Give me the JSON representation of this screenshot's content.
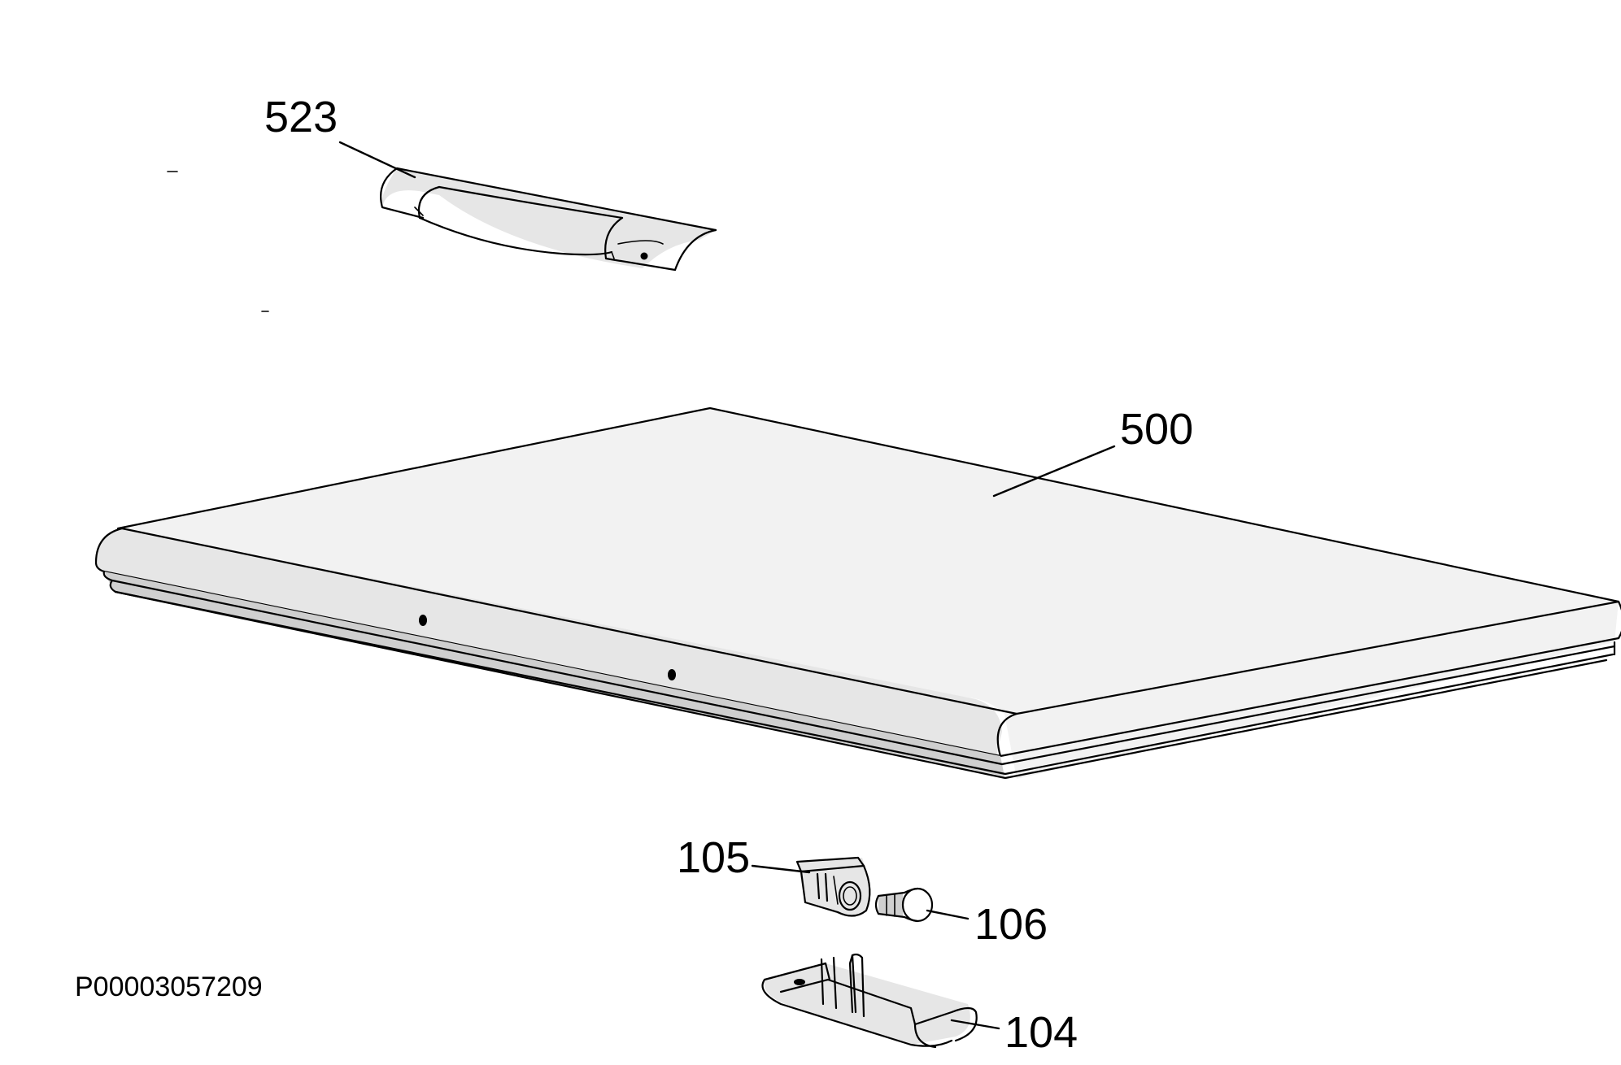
{
  "callouts": {
    "handle": "523",
    "lid": "500",
    "hinge_bracket": "105",
    "pin": "106",
    "hinge_cover": "104"
  },
  "document_id": "P00003057209",
  "line_color": "#000000",
  "background_color": "#ffffff"
}
